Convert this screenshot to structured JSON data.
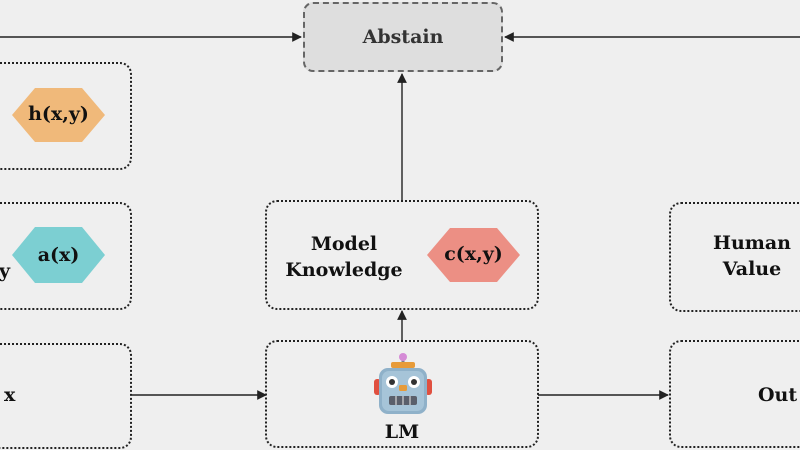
{
  "abstain": {
    "label": "Abstain"
  },
  "nodes": {
    "h": {
      "label": "h(x,y)",
      "color": "#f0b97a"
    },
    "a": {
      "label": "a(x)",
      "color": "#7ccfd2"
    },
    "c": {
      "label": "c(x,y)",
      "color": "#ec8f84"
    }
  },
  "model_knowledge": {
    "line1": "Model",
    "line2": "Knowledge"
  },
  "human_value": {
    "line1": "Human",
    "line2": "Value"
  },
  "input": {
    "label": "x"
  },
  "partial_left_label": "y",
  "lm": {
    "label": "LM"
  },
  "output": {
    "label": "Out"
  }
}
